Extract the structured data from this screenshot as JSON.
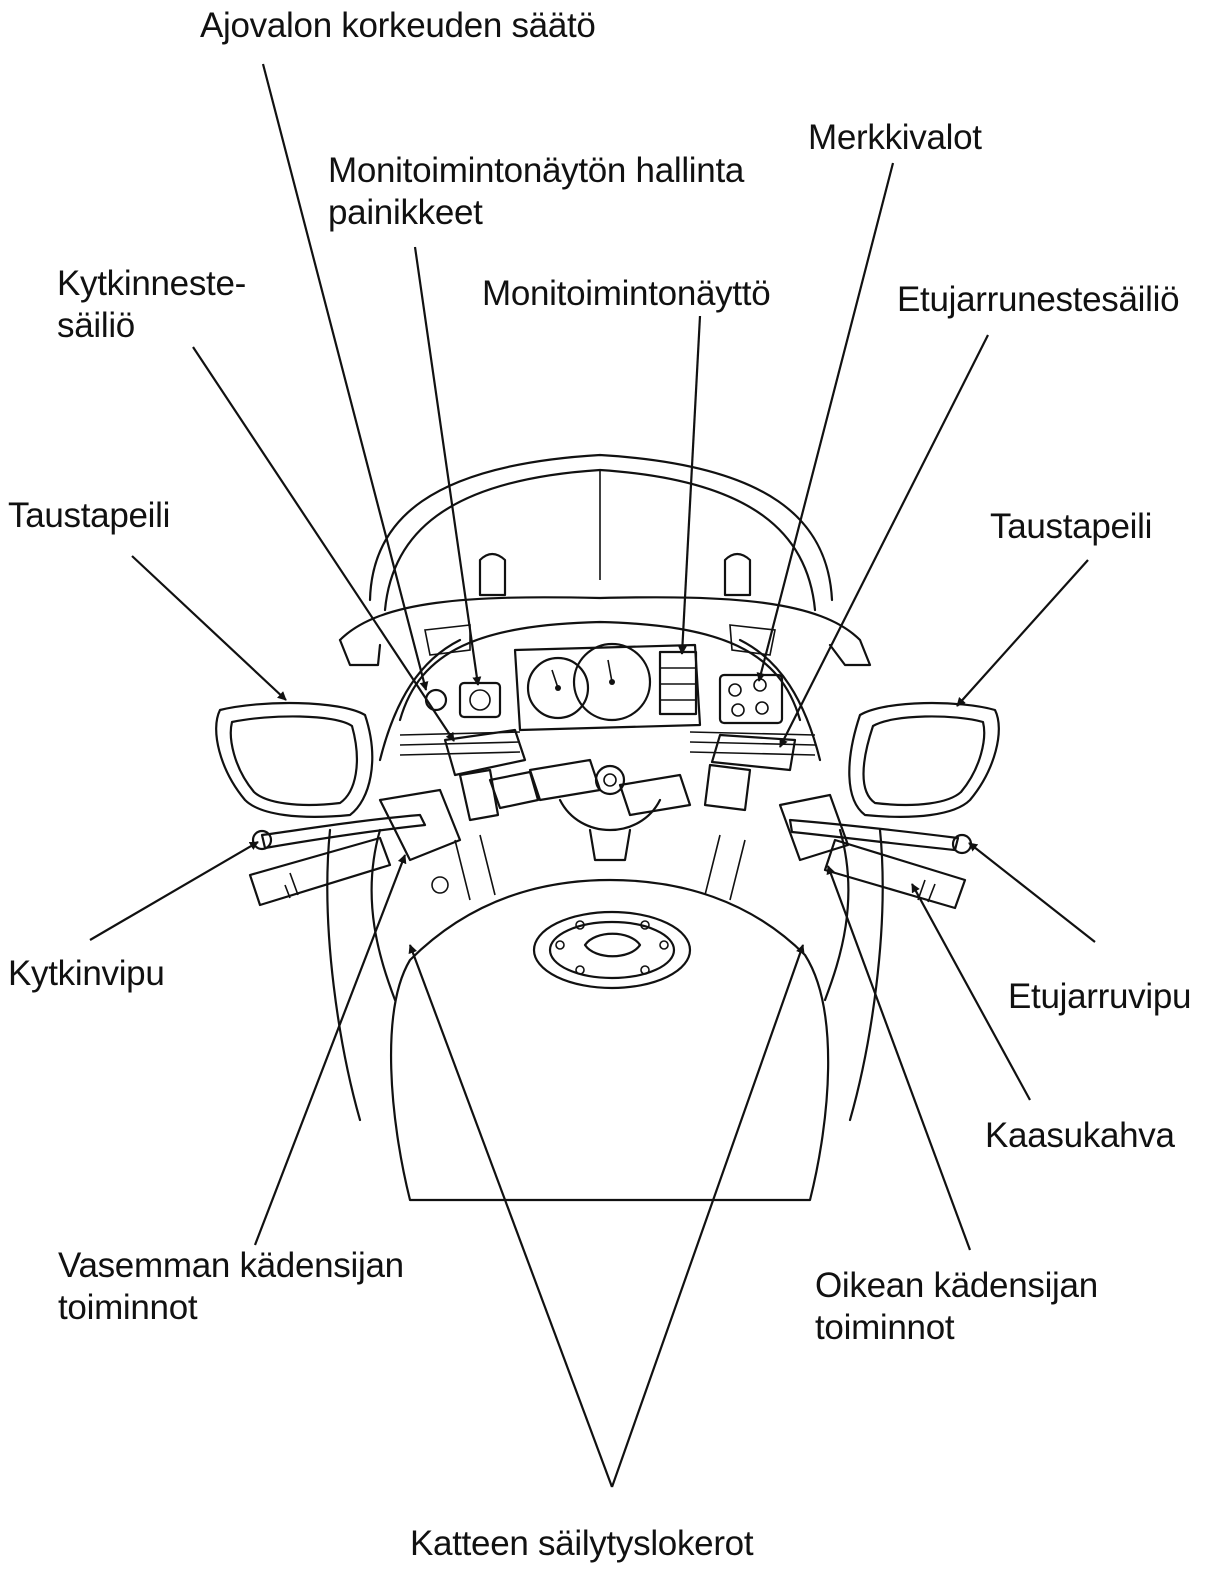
{
  "labels": {
    "headlight_aim": "Ajovalon korkeuden säätö",
    "mid_buttons_l1": "Monitoimintonäytön hallinta",
    "mid_buttons_l2": "painikkeet",
    "indicators": "Merkkivalot",
    "clutch_reservoir_l1": "Kytkinneste-",
    "clutch_reservoir_l2": "säiliö",
    "mid_display": "Monitoimintonäyttö",
    "front_brake_reservoir": "Etujarrunestesäiliö",
    "mirror_left": "Taustapeili",
    "mirror_right": "Taustapeili",
    "clutch_lever": "Kytkinvipu",
    "front_brake_lever": "Etujarruvipu",
    "throttle_grip": "Kaasukahva",
    "left_handlebar_l1": "Vasemman kädensijan",
    "left_handlebar_l2": "toiminnot",
    "right_handlebar_l1": "Oikean kädensijan",
    "right_handlebar_l2": "toiminnot",
    "cowl_pockets": "Katteen säilytyslokerot"
  }
}
